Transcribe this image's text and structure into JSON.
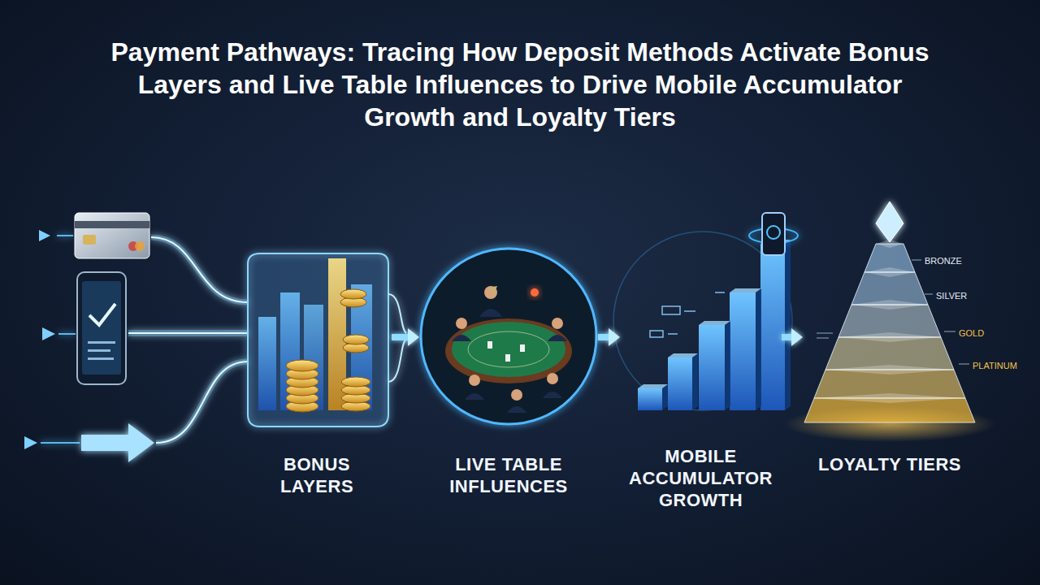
{
  "diagram": {
    "title": "Payment Pathways: Tracing How Deposit Methods Activate Bonus Layers and Live Table Influences to Drive Mobile Accumulator Growth and Loyalty Tiers",
    "nodes": [
      {
        "text": [
          "BONUS LAYERS"
        ]
      },
      {
        "text": [
          "LIVE TABLE INFLUENCES"
        ]
      },
      {
        "text": [
          "MOBILE ACCUMULATOR GROWTH"
        ]
      },
      {
        "text": [
          "LOYALTY TIERS"
        ]
      }
    ],
    "edges": [
      {
        "from": 0,
        "to": 1,
        "arrow": "to"
      },
      {
        "from": 1,
        "to": 2,
        "arrow": "to"
      },
      {
        "from": 2,
        "to": 3,
        "arrow": "to"
      }
    ],
    "labels": [
      "BRONZE",
      "SILVER",
      "GOLD",
      "PLATINUM"
    ]
  }
}
